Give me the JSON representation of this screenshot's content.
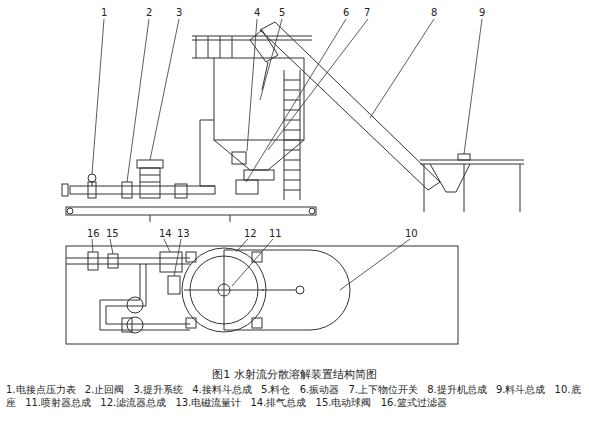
{
  "diagram": {
    "caption": "图1 水射流分散溶解装置结构简图",
    "labels": [
      "1",
      "2",
      "3",
      "4",
      "5",
      "6",
      "7",
      "8",
      "9",
      "16",
      "15",
      "14",
      "13",
      "12",
      "11",
      "10",
      "1.电接点压力表",
      "2.止回阀",
      "3.提升系统",
      "4.接料斗总成",
      "5.料仓",
      "6.振动器",
      "7.上下物位开关",
      "8.提升机总成",
      "9.料斗总成",
      "10.底座",
      "11.喷射器总成",
      "12.滤流器总成",
      "13.电磁流量计",
      "14.排气总成",
      "15.电动球阀",
      "16.篮式过滤器"
    ]
  }
}
